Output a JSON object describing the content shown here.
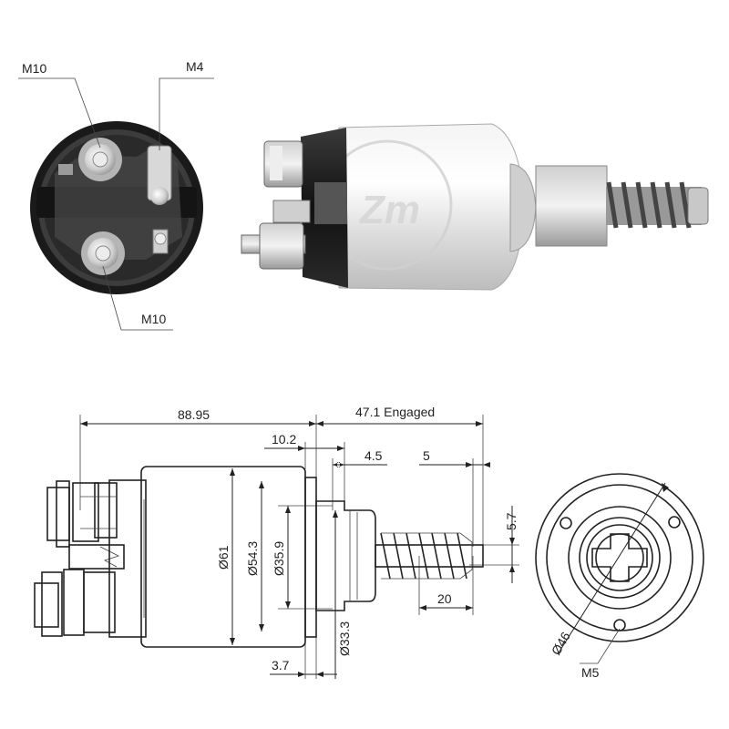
{
  "photos": {
    "end_view_labels": {
      "top_left_terminal": "M10",
      "top_right_terminal": "M4",
      "bottom_terminal": "M10"
    }
  },
  "drawing": {
    "dimensions": {
      "overall_length": "88.95",
      "engaged_travel": "47.1 Engaged",
      "flange_offset": "10.2",
      "collar_width": "4.5",
      "tip_length": "5",
      "tip_height": "5.7",
      "spring_length": "20",
      "body_diameter": "Ø61",
      "inner_diameter": "Ø54.3",
      "flange_diameter": "Ø35.9",
      "hub_diameter": "Ø33.3",
      "flange_thickness": "3.7"
    },
    "end_view": {
      "bolt_circle": "Ø46",
      "mount_thread": "M5"
    }
  }
}
